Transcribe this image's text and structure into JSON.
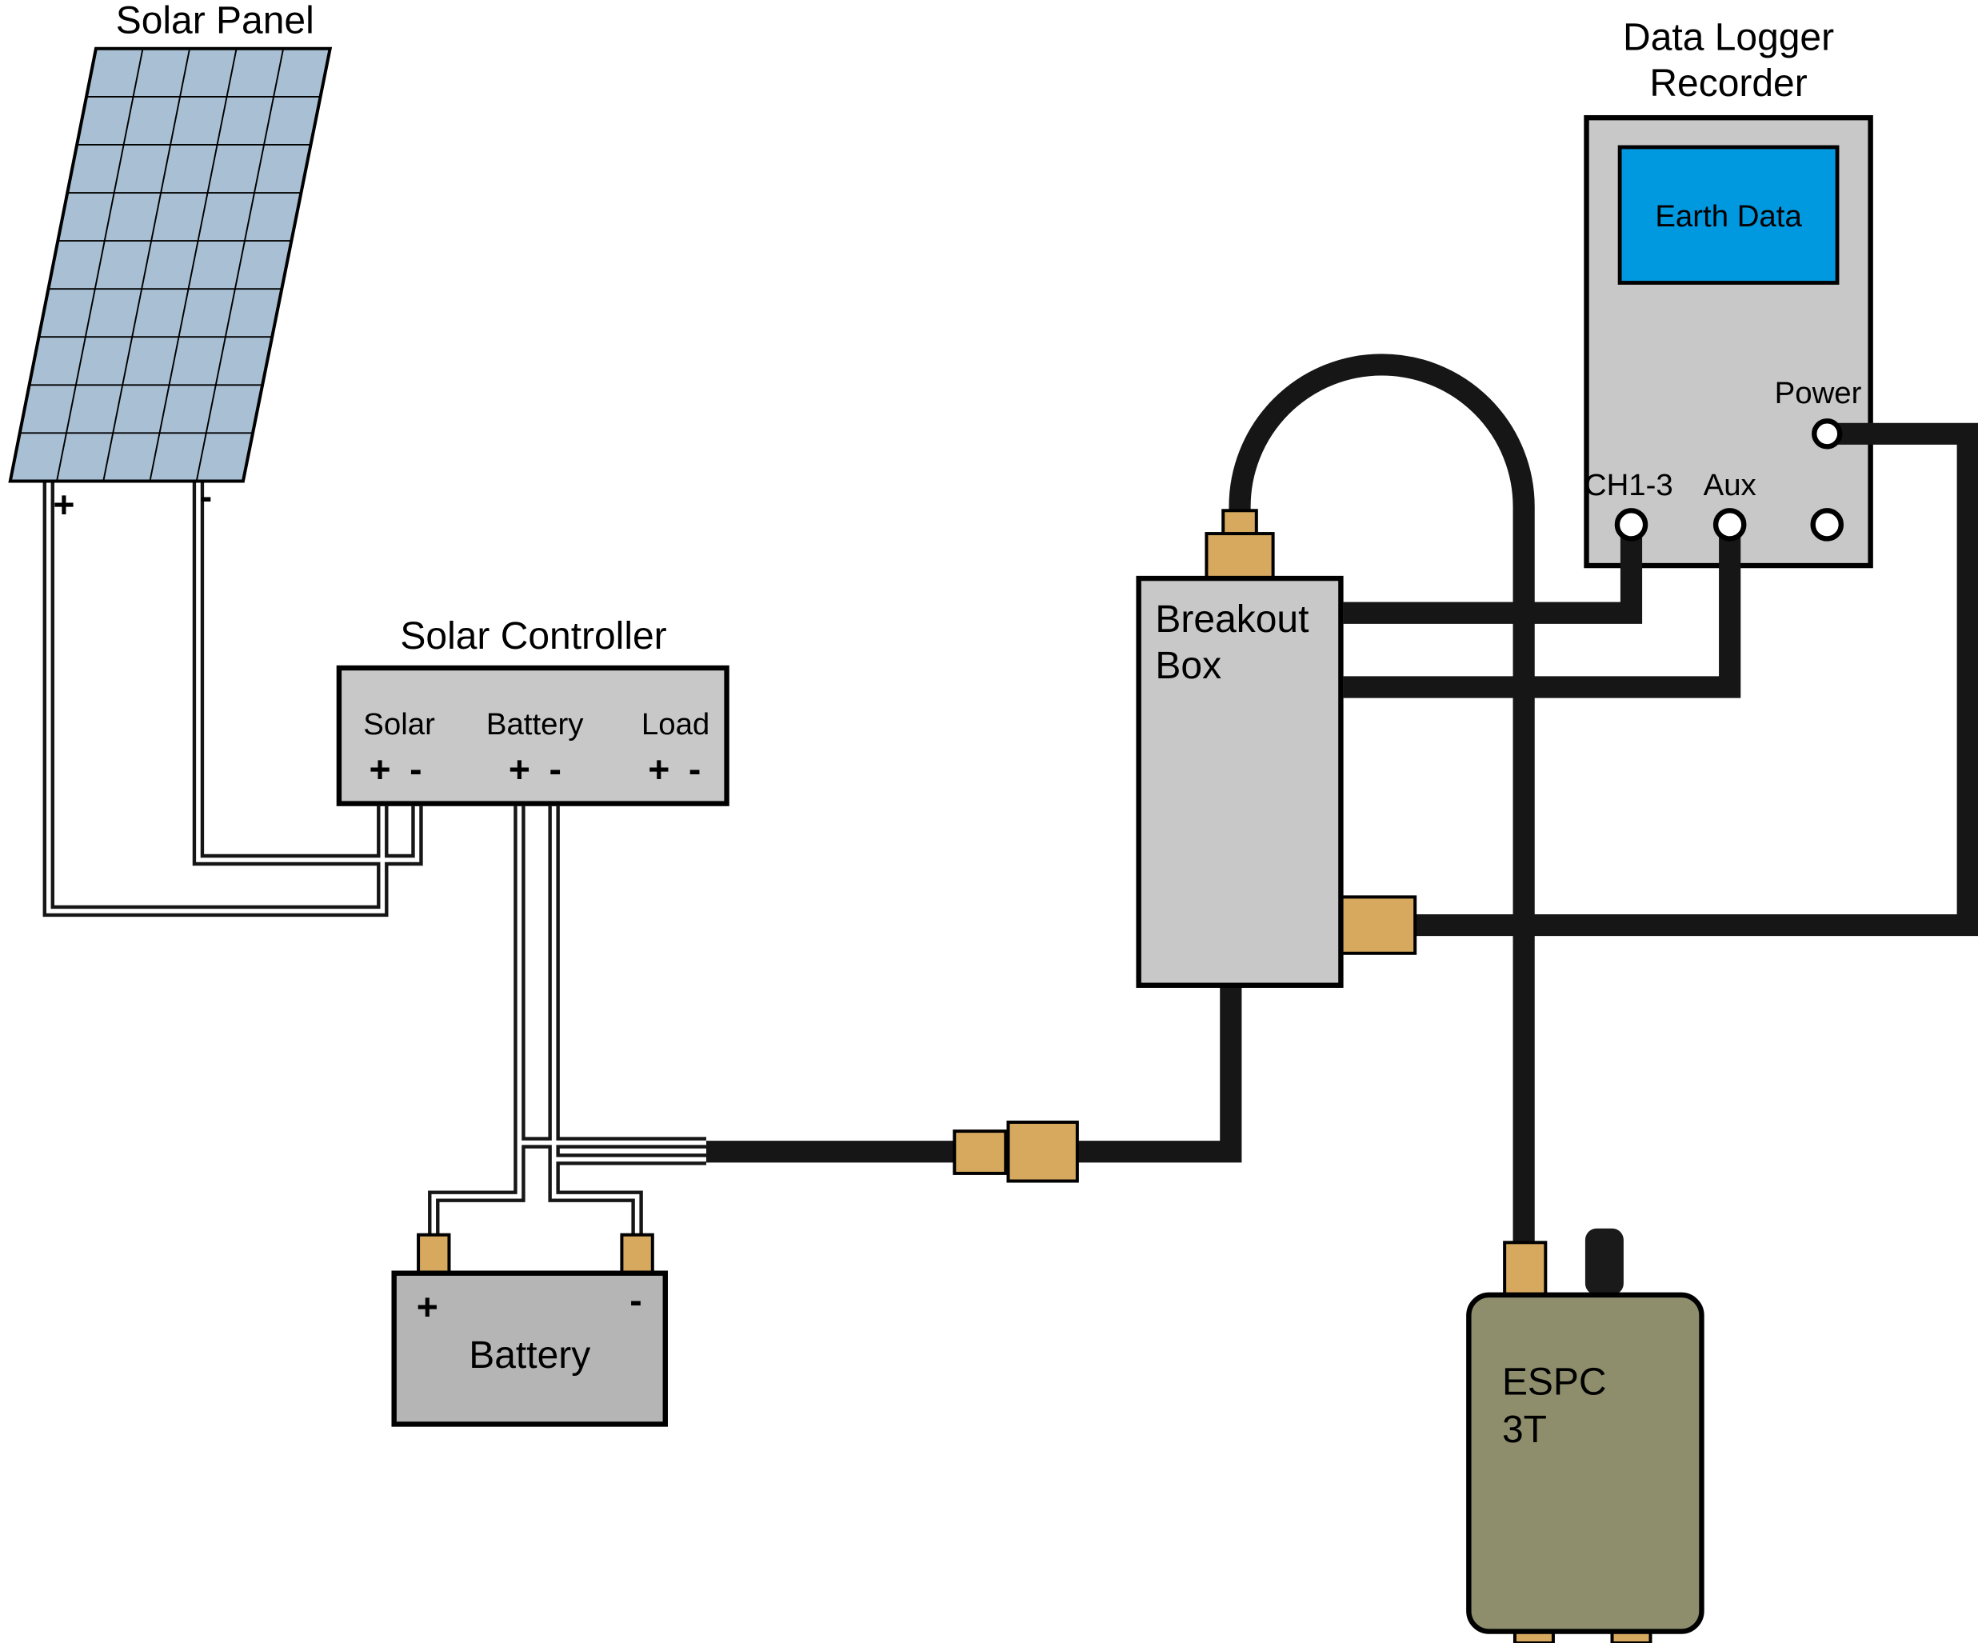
{
  "solar_panel": {
    "title": "Solar Panel",
    "plus": "+",
    "minus": "-"
  },
  "controller": {
    "title": "Solar Controller",
    "terminals": [
      {
        "label": "Solar",
        "plus": "+",
        "minus": "-"
      },
      {
        "label": "Battery",
        "plus": "+",
        "minus": "-"
      },
      {
        "label": "Load",
        "plus": "+",
        "minus": "-"
      }
    ]
  },
  "battery": {
    "label": "Battery",
    "plus": "+",
    "minus": "-"
  },
  "breakout_box": {
    "line1": "Breakout",
    "line2": "Box"
  },
  "data_logger": {
    "title1": "Data Logger",
    "title2": "Recorder",
    "screen": "Earth Data",
    "power": "Power",
    "ch": "CH1-3",
    "aux": "Aux"
  },
  "espc": {
    "line1": "ESPC",
    "line2": "3T"
  },
  "colors": {
    "panel_fill": "#a9c0d4",
    "box_fill": "#c8c8c8",
    "battery_fill": "#b5b5b5",
    "screen_fill": "#0099e0",
    "connector_fill": "#d6a95f",
    "espc_fill": "#8e8e6d",
    "wire": "#161616",
    "wire_core": "#ffffff"
  }
}
